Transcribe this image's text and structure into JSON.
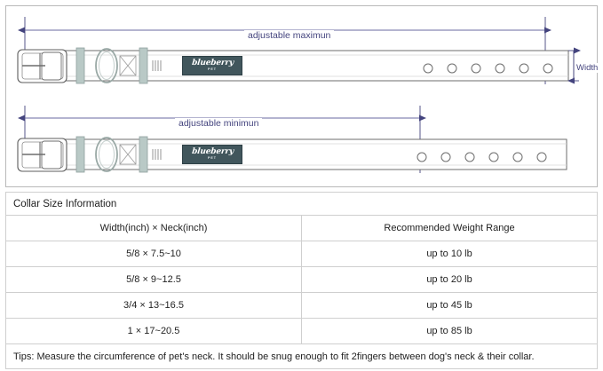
{
  "diagram": {
    "top_collar": {
      "dimension_label": "adjustable maximun",
      "width_label": "Width",
      "holes": 6,
      "brand": "blueberry",
      "brand_sub": "PET"
    },
    "bottom_collar": {
      "dimension_label": "adjustable minimun",
      "holes": 6,
      "brand": "blueberry",
      "brand_sub": "PET"
    },
    "colors": {
      "arrow": "#44447e",
      "strap_outline": "#6d6d6d",
      "hardware": "#b9c9c6",
      "logo_bg": "#41565c"
    }
  },
  "table": {
    "title": "Collar Size Information",
    "headers": [
      "Width(inch)  ×  Neck(inch)",
      "Recommended Weight Range"
    ],
    "rows": [
      [
        "5/8 × 7.5~10",
        "up to 10 lb"
      ],
      [
        "5/8 × 9~12.5",
        "up to 20 lb"
      ],
      [
        "3/4 × 13~16.5",
        "up to 45 lb"
      ],
      [
        "1 × 17~20.5",
        "up to 85 lb"
      ]
    ],
    "tips": "Tips: Measure the circumference of pet's neck. It should be snug enough to fit 2fingers between dog's neck & their collar."
  }
}
